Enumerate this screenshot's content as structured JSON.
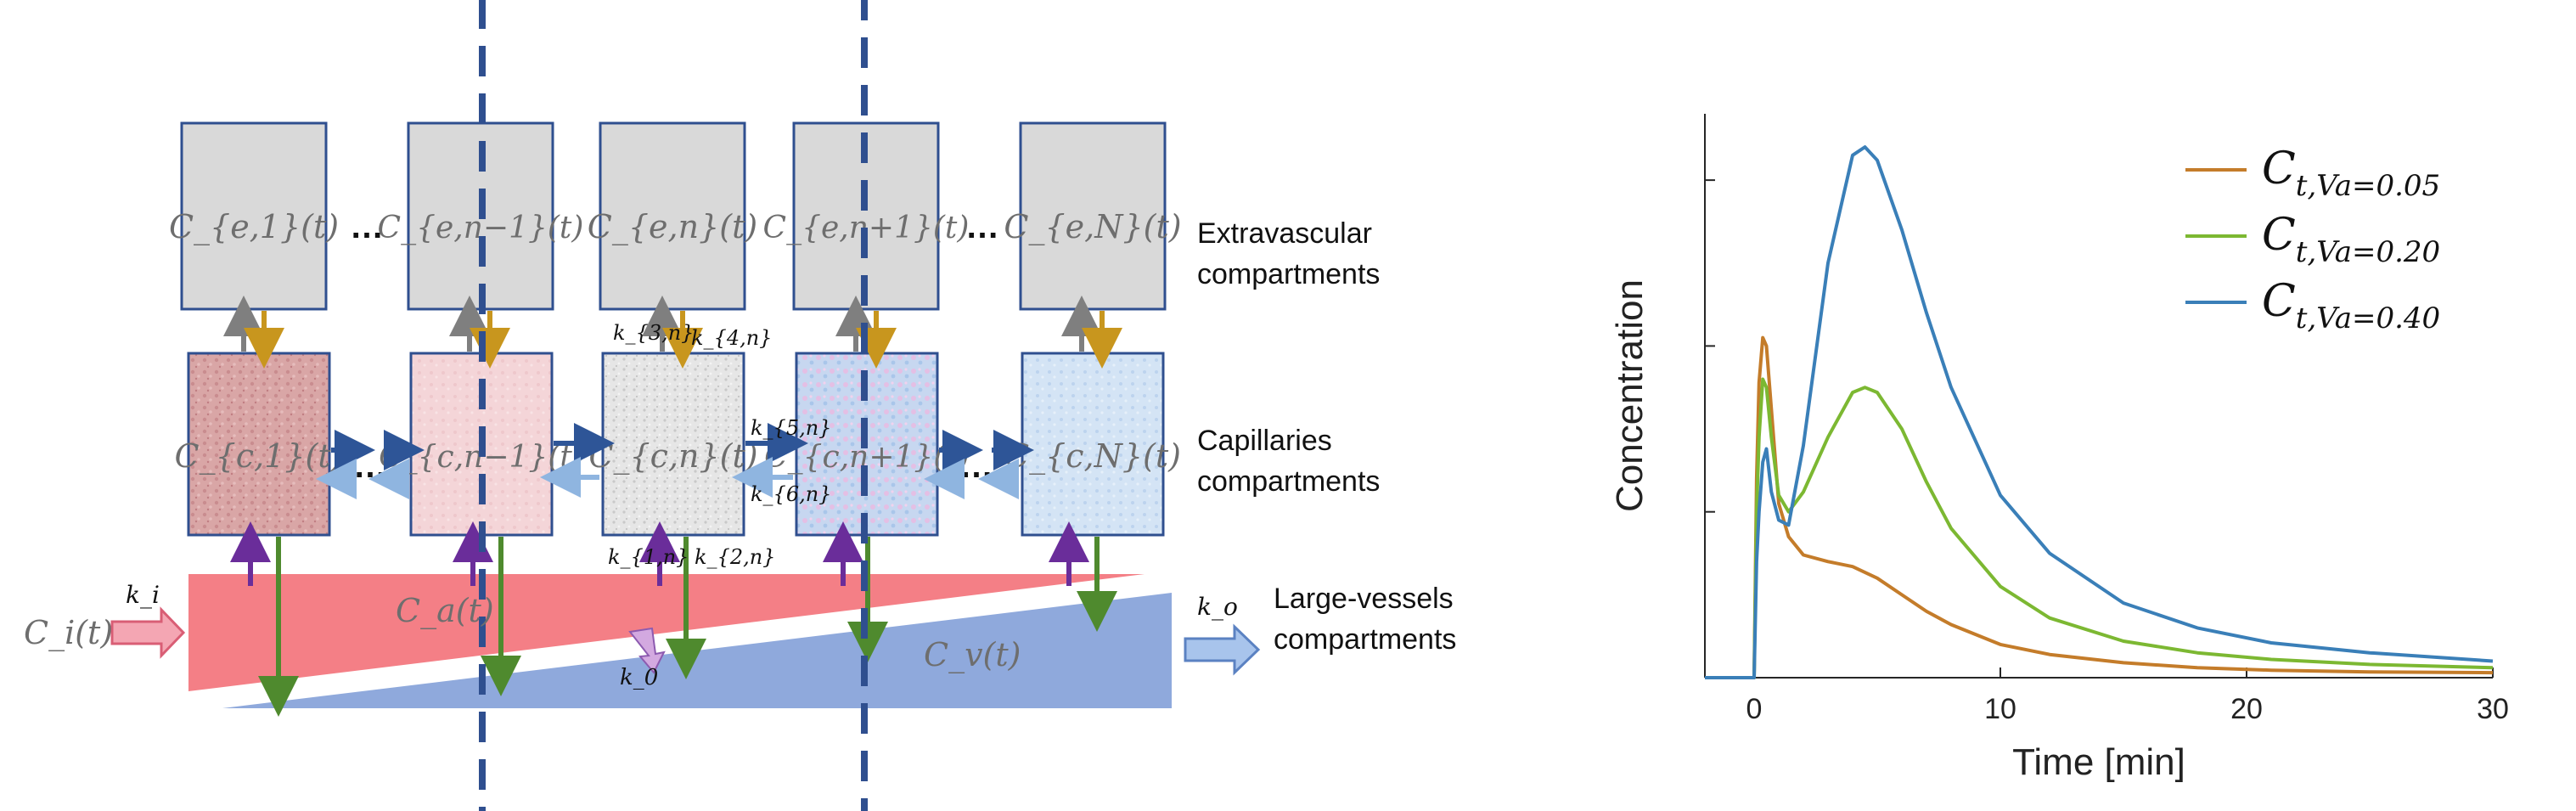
{
  "diagram": {
    "extravascular": [
      "C_{e,1}(t)",
      "…",
      "C_{e,n−1}(t)",
      "C_{e,n}(t)",
      "C_{e,n+1}(t)",
      "…",
      "C_{e,N}(t)"
    ],
    "capillaries": [
      "C_{c,1}(t)",
      "…",
      "C_{c,n−1}(t)",
      "C_{c,n}(t)",
      "C_{c,n+1}(t)",
      "…",
      "C_{c,N}(t)"
    ],
    "rates": {
      "k3": "k_{3,n}",
      "k4": "k_{4,n}",
      "k5": "k_{5,n}",
      "k6": "k_{6,n}",
      "k1": "k_{1,n}",
      "k2": "k_{2,n}",
      "ki": "k_i",
      "ko": "k_o",
      "k0": "k_0"
    },
    "input": "C_i(t)",
    "arterial": "C_a(t)",
    "venous": "C_v(t)",
    "side_labels": {
      "extravascular_1": "Extravascular",
      "extravascular_2": "compartments",
      "capillaries_1": "Capillaries",
      "capillaries_2": "compartments",
      "large_1": "Large-vessels",
      "large_2": "compartments"
    }
  },
  "chart_data": {
    "type": "line",
    "xlabel": "Time [min]",
    "ylabel": "Concentration",
    "xlim": [
      -2,
      30
    ],
    "ylim": [
      0,
      3.4
    ],
    "xticks": [
      0,
      10,
      20,
      30
    ],
    "yticks_shown_without_labels": true,
    "legend_position": "top-right",
    "series": [
      {
        "name": "C_{t,V_a=0.05}",
        "color": "#c47c2a",
        "x": [
          -2,
          0,
          0.1,
          0.2,
          0.35,
          0.5,
          0.7,
          1.0,
          1.4,
          2,
          3,
          4,
          5,
          6,
          7,
          8,
          10,
          12,
          15,
          18,
          21,
          25,
          30
        ],
        "y": [
          0,
          0,
          1.2,
          1.78,
          2.05,
          2.0,
          1.62,
          1.05,
          0.85,
          0.74,
          0.7,
          0.67,
          0.6,
          0.5,
          0.4,
          0.32,
          0.2,
          0.14,
          0.09,
          0.06,
          0.045,
          0.035,
          0.03
        ]
      },
      {
        "name": "C_{t,V_a=0.20}",
        "color": "#7cb832",
        "x": [
          -2,
          0,
          0.1,
          0.2,
          0.35,
          0.5,
          0.7,
          1.0,
          1.4,
          2,
          3,
          4,
          4.5,
          5,
          6,
          7,
          8,
          10,
          12,
          15,
          18,
          21,
          25,
          30
        ],
        "y": [
          0,
          0,
          1.0,
          1.45,
          1.8,
          1.75,
          1.45,
          1.1,
          1.0,
          1.12,
          1.45,
          1.72,
          1.75,
          1.72,
          1.5,
          1.18,
          0.9,
          0.55,
          0.36,
          0.22,
          0.15,
          0.11,
          0.08,
          0.06
        ]
      },
      {
        "name": "C_{t,V_a=0.40}",
        "color": "#3a7fb8",
        "x": [
          -2,
          0,
          0.1,
          0.2,
          0.35,
          0.5,
          0.7,
          1.0,
          1.4,
          2,
          3,
          4,
          4.5,
          5,
          6,
          7,
          8,
          10,
          12,
          15,
          18,
          21,
          25,
          30
        ],
        "y": [
          0,
          0,
          0.7,
          1.0,
          1.3,
          1.38,
          1.12,
          0.95,
          0.92,
          1.4,
          2.5,
          3.15,
          3.2,
          3.12,
          2.7,
          2.2,
          1.75,
          1.1,
          0.75,
          0.45,
          0.3,
          0.21,
          0.15,
          0.1
        ]
      }
    ]
  }
}
